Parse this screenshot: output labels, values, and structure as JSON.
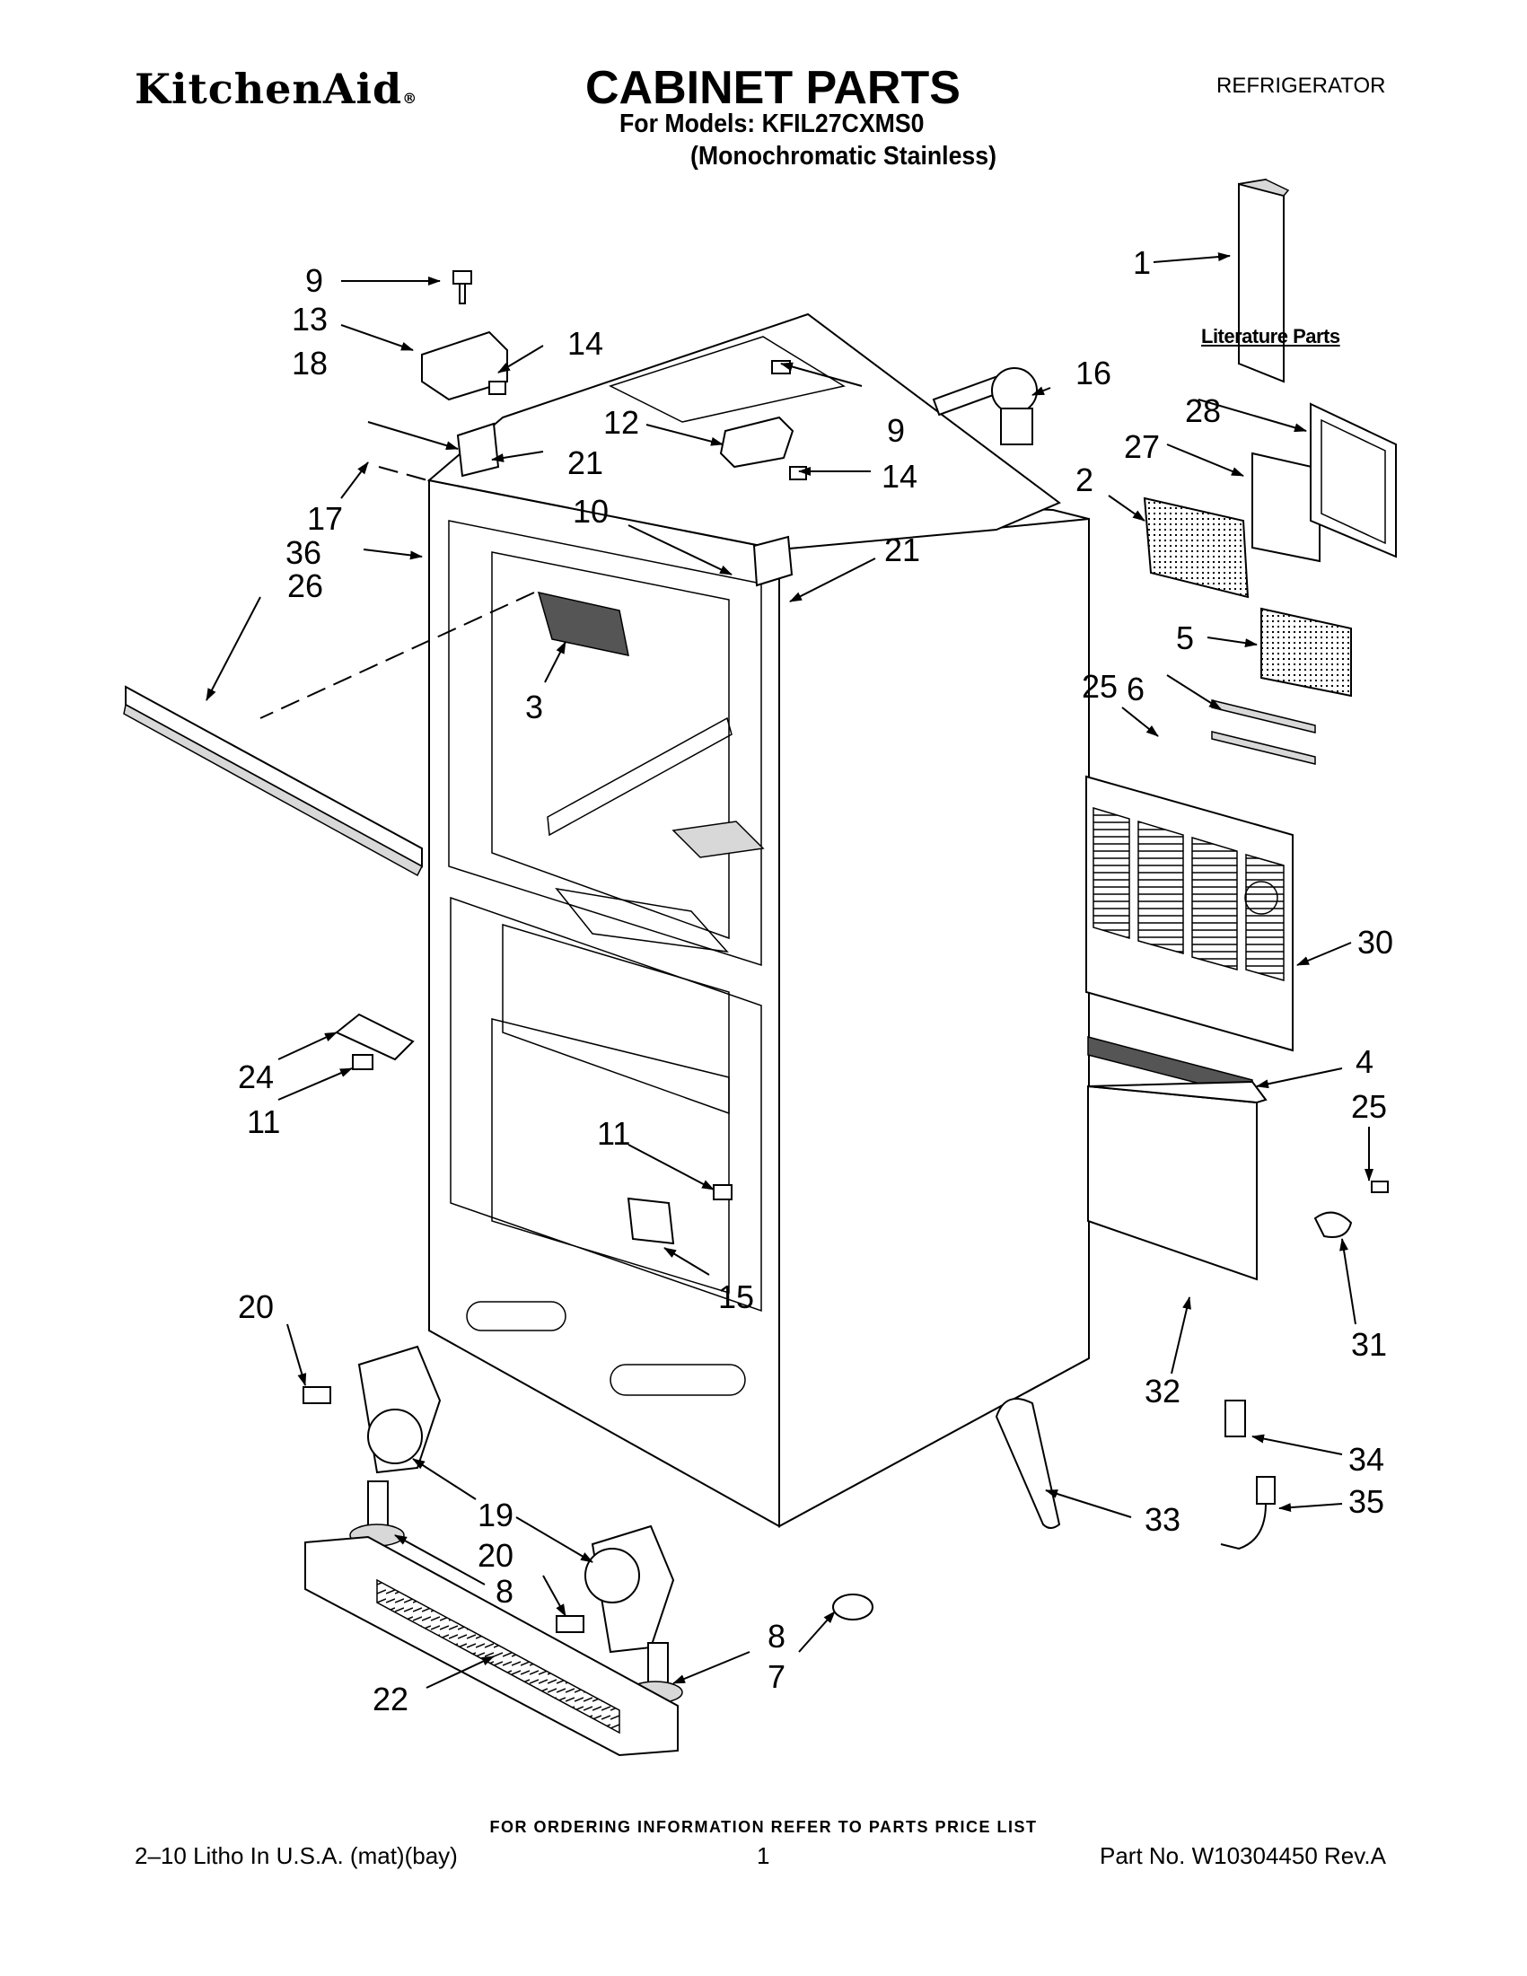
{
  "header": {
    "brand": "KitchenAid",
    "brand_mark": "®",
    "title": "CABINET PARTS",
    "category": "REFRIGERATOR",
    "models_line": "For Models: KFIL27CXMS0",
    "models_sub": "(Monochromatic Stainless)"
  },
  "literature_label": "Literature Parts",
  "callouts": [
    {
      "id": "c1",
      "label": "1"
    },
    {
      "id": "c2",
      "label": "2"
    },
    {
      "id": "c3",
      "label": "3"
    },
    {
      "id": "c4",
      "label": "4"
    },
    {
      "id": "c5",
      "label": "5"
    },
    {
      "id": "c6",
      "label": "6"
    },
    {
      "id": "c7",
      "label": "7"
    },
    {
      "id": "c8a",
      "label": "8"
    },
    {
      "id": "c8b",
      "label": "8"
    },
    {
      "id": "c9a",
      "label": "9"
    },
    {
      "id": "c9b",
      "label": "9"
    },
    {
      "id": "c10",
      "label": "10"
    },
    {
      "id": "c11a",
      "label": "11"
    },
    {
      "id": "c11b",
      "label": "11"
    },
    {
      "id": "c12",
      "label": "12"
    },
    {
      "id": "c13",
      "label": "13"
    },
    {
      "id": "c14a",
      "label": "14"
    },
    {
      "id": "c14b",
      "label": "14"
    },
    {
      "id": "c15",
      "label": "15"
    },
    {
      "id": "c16",
      "label": "16"
    },
    {
      "id": "c17",
      "label": "17"
    },
    {
      "id": "c18",
      "label": "18"
    },
    {
      "id": "c19",
      "label": "19"
    },
    {
      "id": "c20a",
      "label": "20"
    },
    {
      "id": "c20b",
      "label": "20"
    },
    {
      "id": "c21a",
      "label": "21"
    },
    {
      "id": "c21b",
      "label": "21"
    },
    {
      "id": "c22",
      "label": "22"
    },
    {
      "id": "c24",
      "label": "24"
    },
    {
      "id": "c25a",
      "label": "25"
    },
    {
      "id": "c25b",
      "label": "25"
    },
    {
      "id": "c26",
      "label": "26"
    },
    {
      "id": "c27",
      "label": "27"
    },
    {
      "id": "c28",
      "label": "28"
    },
    {
      "id": "c30",
      "label": "30"
    },
    {
      "id": "c31",
      "label": "31"
    },
    {
      "id": "c32",
      "label": "32"
    },
    {
      "id": "c33",
      "label": "33"
    },
    {
      "id": "c34",
      "label": "34"
    },
    {
      "id": "c35",
      "label": "35"
    },
    {
      "id": "c36",
      "label": "36"
    }
  ],
  "footer": {
    "ordering": "FOR ORDERING INFORMATION REFER TO PARTS PRICE LIST",
    "left": "2–10 Litho In U.S.A. (mat)(bay)",
    "page": "1",
    "right": "Part No. W10304450 Rev.A"
  }
}
